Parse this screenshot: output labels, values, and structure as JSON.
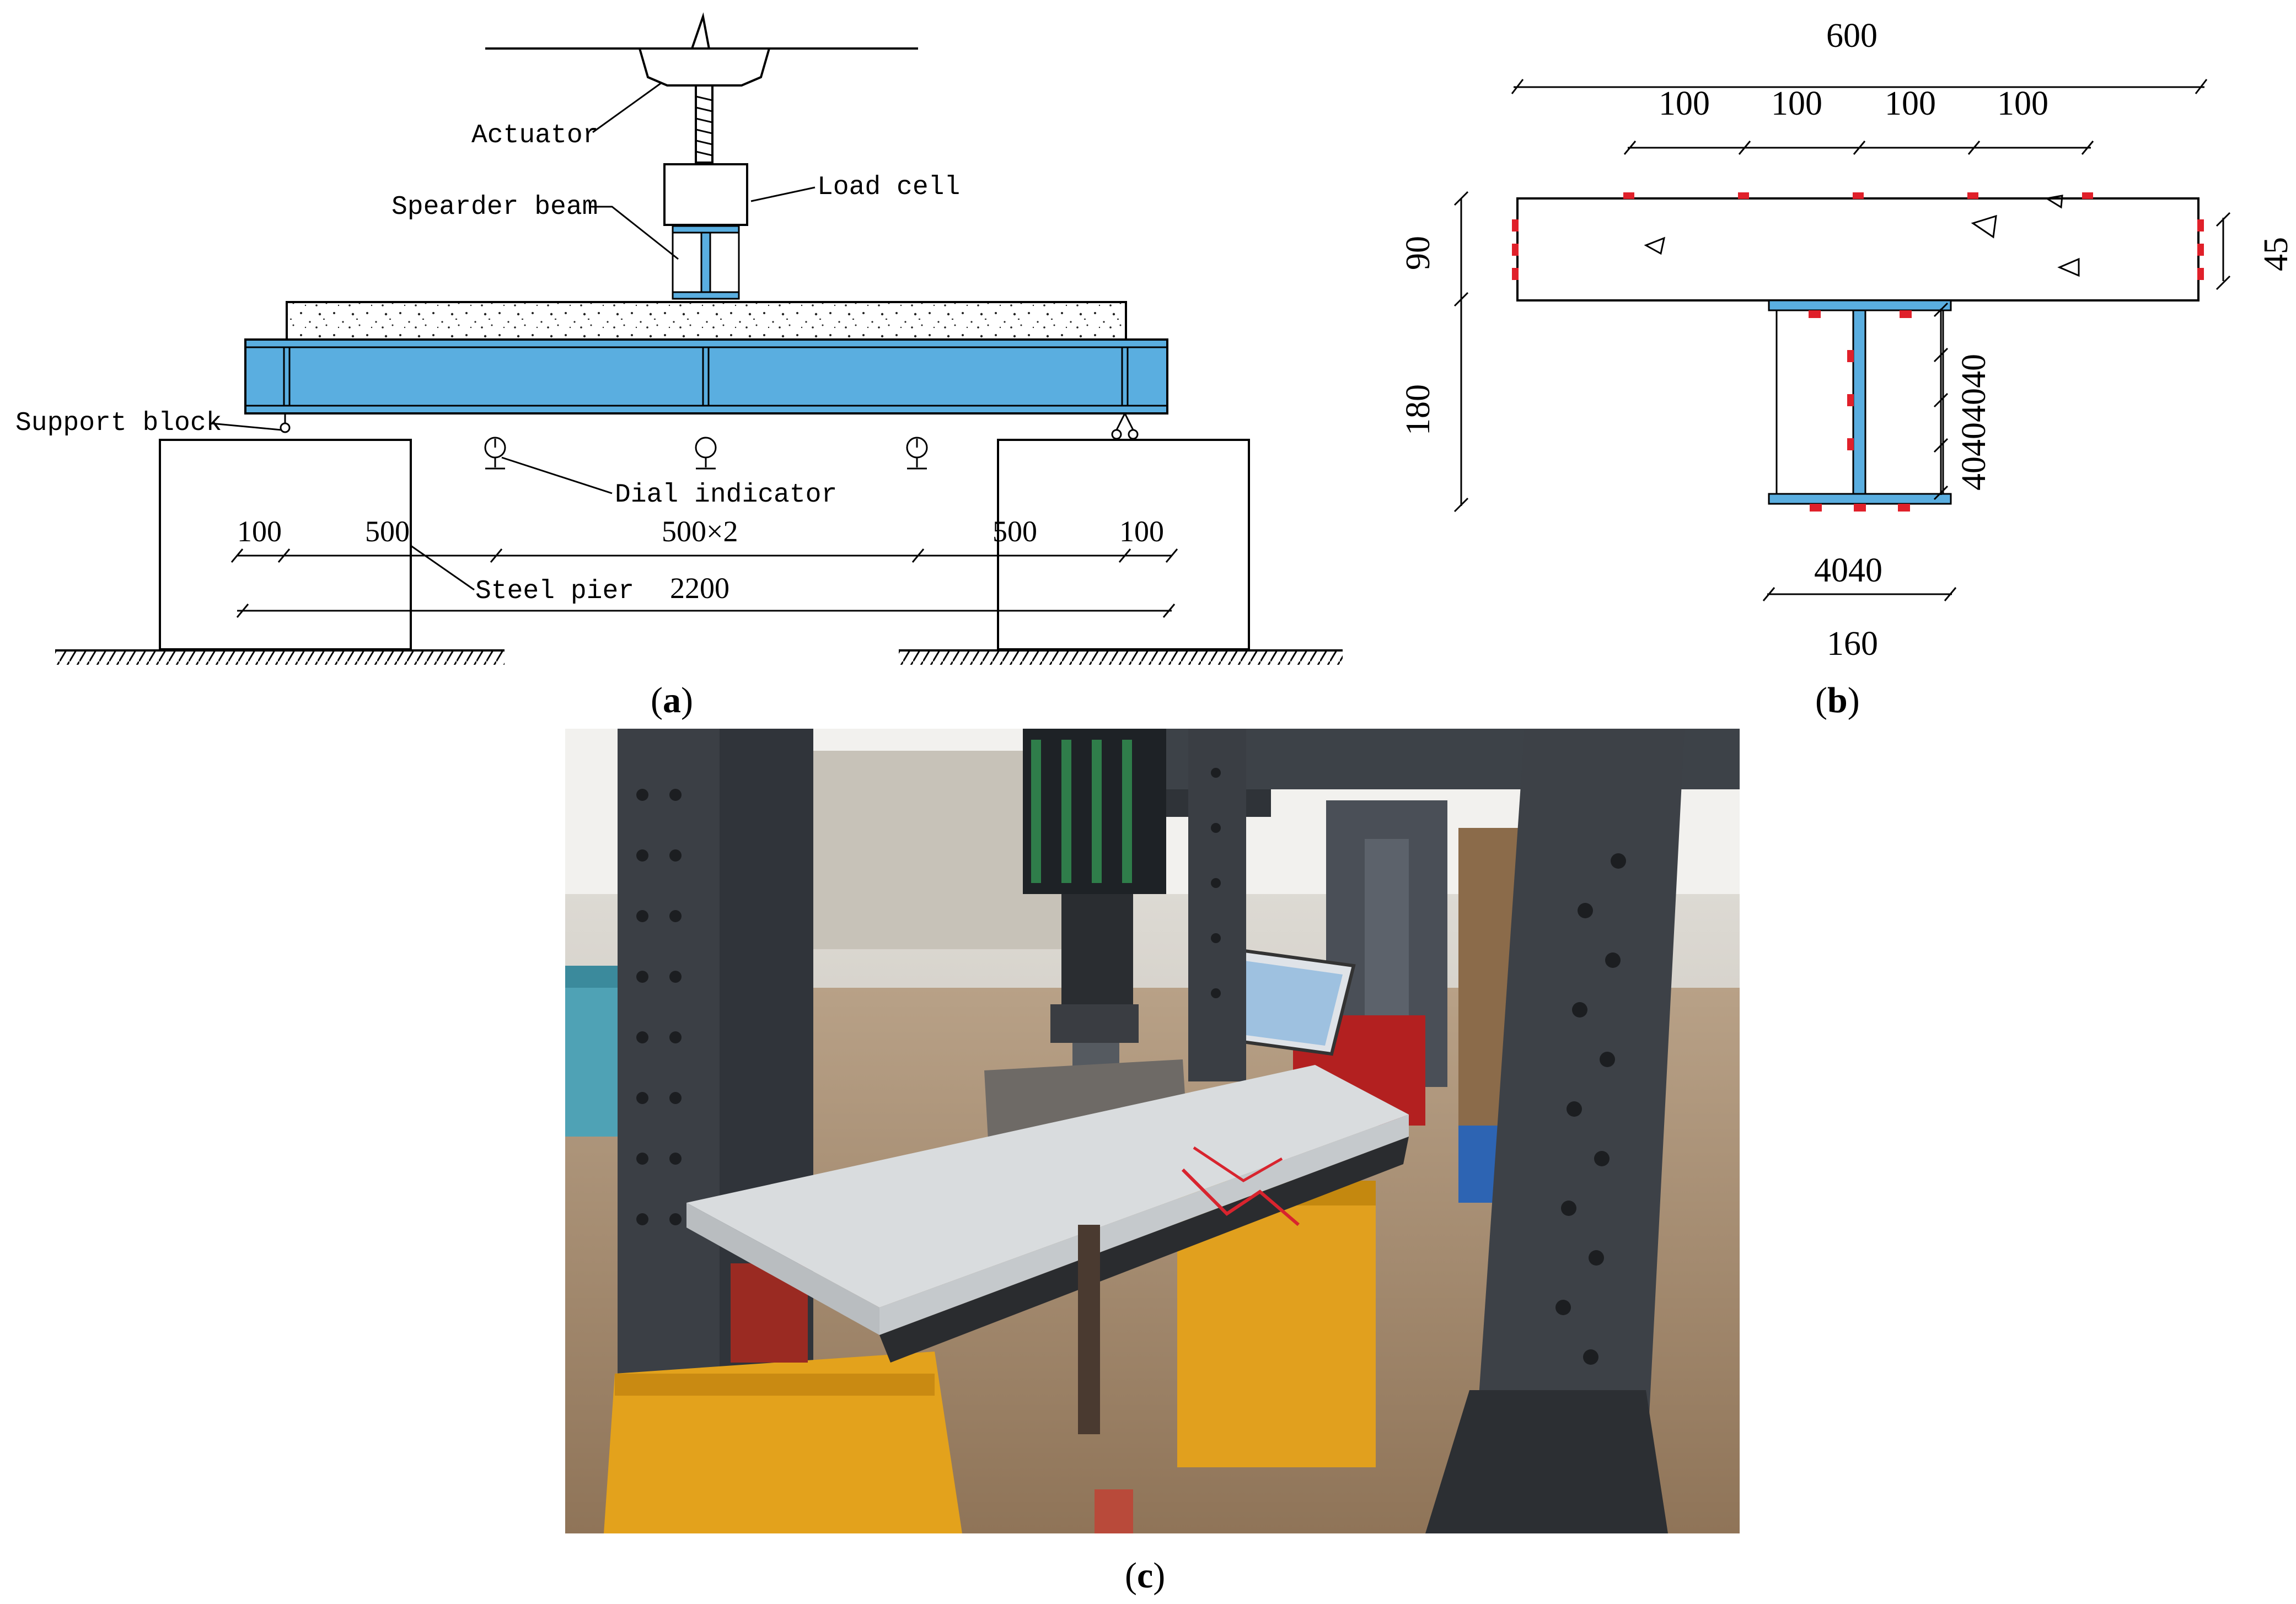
{
  "panel_a": {
    "label_open": "(",
    "label_letter": "a",
    "label_close": ")",
    "actuator": "Actuator",
    "load_cell": "Load cell",
    "spreader_beam": "Spearder beam",
    "support_block": "Support block",
    "dial_indicator": "Dial indicator",
    "steel_pier": "Steel pier",
    "dims": [
      "100",
      "500",
      "500×2",
      "500",
      "100"
    ],
    "total": "2200"
  },
  "panel_b": {
    "label_open": "(",
    "label_letter": "b",
    "label_close": ")",
    "top_width": "600",
    "top_segments": [
      "100",
      "100",
      "100",
      "100"
    ],
    "slab_depth": "90",
    "slab_side": "45",
    "web_height": "180",
    "web_segments": "40404040",
    "bottom_segments": "4040",
    "flange_width": "160"
  },
  "panel_c": {
    "label_open": "(",
    "label_letter": "c",
    "label_close": ")"
  },
  "colors": {
    "steel_blue": "#5aaee0",
    "gauge_red": "#e0202a",
    "line": "#000000"
  }
}
